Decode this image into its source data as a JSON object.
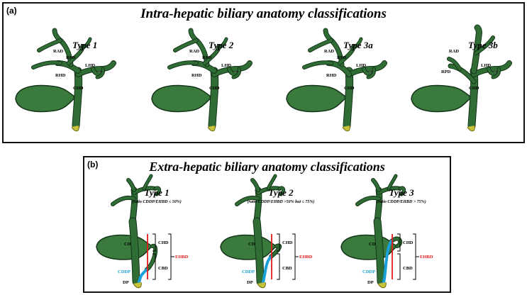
{
  "panel_a": {
    "label": "(a)",
    "title": "Intra-hepatic biliary anatomy classifications",
    "types": [
      {
        "name": "Type 1",
        "labels": {
          "rad": "RAD",
          "rpd": "RPD",
          "rhd": "RHD",
          "lhd": "LHD",
          "chd": "CHD"
        }
      },
      {
        "name": "Type 2",
        "labels": {
          "rad": "RAD",
          "rpd": "RPD",
          "rhd": "RHD",
          "lhd": "LHD",
          "chd": "CHD"
        }
      },
      {
        "name": "Type 3a",
        "labels": {
          "rad": "RAD",
          "rpd": "RPD",
          "rhd": "RHD",
          "lhd": "LHD",
          "chd": "CHD"
        }
      },
      {
        "name": "Type 3b",
        "labels": {
          "rad": "RAD",
          "rpd": "RPD",
          "lhd": "LHD",
          "chd": "CHD"
        }
      }
    ]
  },
  "panel_b": {
    "label": "(b)",
    "title": "Extra-hepatic biliary anatomy classifications",
    "types": [
      {
        "name": "Type 1",
        "ratio": "(ratio CDDP/EHBD ≤ 50%)",
        "labels": {
          "cd": "CD",
          "chd": "CHD",
          "cbd": "CBD",
          "cddp": "CDDP",
          "dp": "DP",
          "ehbd": "EHBD"
        }
      },
      {
        "name": "Type 2",
        "ratio": "(ratio CDDP/EHBD >50% but ≤ 75%)",
        "labels": {
          "cd": "CD",
          "chd": "CHD",
          "cbd": "CBD",
          "cddp": "CDDP",
          "dp": "DP",
          "ehbd": "EHBD"
        }
      },
      {
        "name": "Type 3",
        "ratio": "(ratio CDDP/EHBD > 75%)",
        "labels": {
          "cd": "CD",
          "chd": "CHD",
          "cbd": "CBD",
          "cddp": "CDDP",
          "dp": "DP",
          "ehbd": "EHBD"
        }
      }
    ]
  },
  "colors": {
    "duct": "#2f6d34",
    "duct_dark": "#14351a",
    "gallbladder": "#3a7a3d",
    "papilla": "#c7c23a",
    "cddp": "#1aa0d8",
    "ehbd": "#e01c1c",
    "text": "#000000"
  }
}
